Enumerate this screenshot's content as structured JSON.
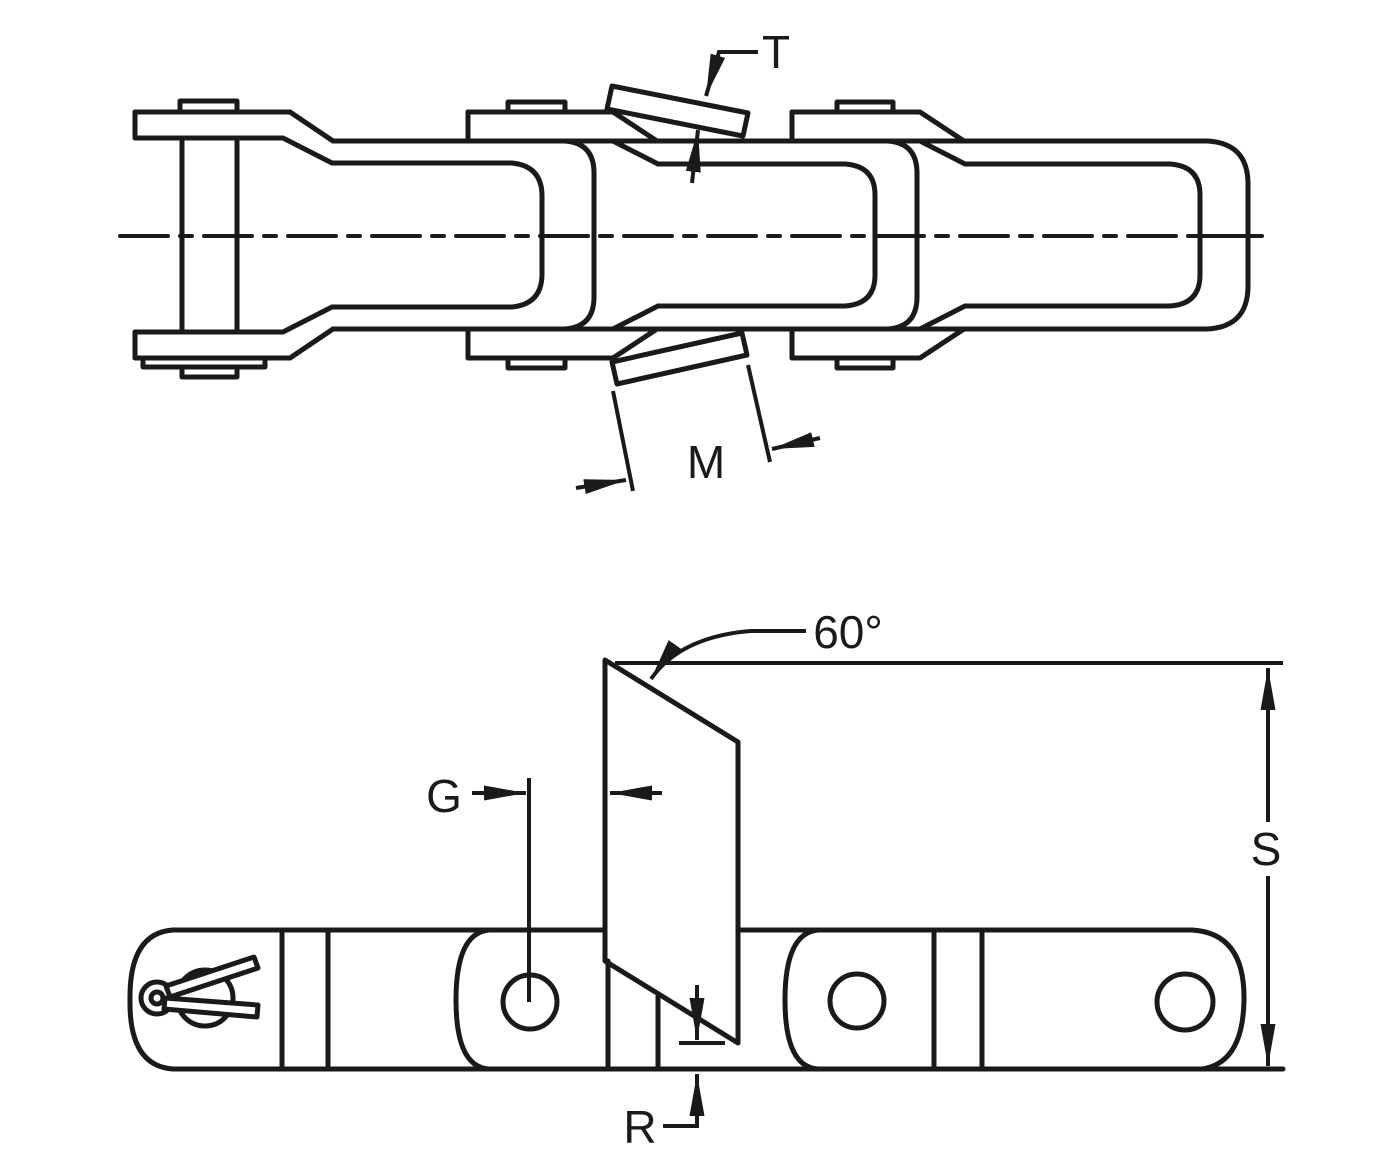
{
  "drawing": {
    "labels": {
      "lug_thickness": "T",
      "lug_width": "M",
      "lug_angle": "60°",
      "gauge": "G",
      "lug_height": "S",
      "clearance": "R"
    },
    "colors": {
      "ink": "#1a1a1a",
      "paper": "#ffffff"
    }
  }
}
